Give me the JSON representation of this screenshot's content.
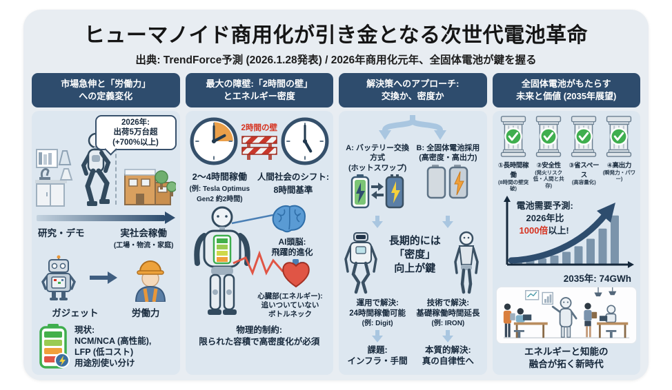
{
  "title": "ヒューマノイド商用化が引き金となる次世代電池革命",
  "subtitle": "出典: TrendForce予測 (2026.1.28発表) / 2026年商用化元年、全固体電池が鍵を握る",
  "colors": {
    "header_navy": "#2e4c6d",
    "accent_red": "#d6321f",
    "battery_green": "#3fae4e",
    "arrow_blue": "#a9c6e0",
    "bar_slate": "#7b94ab"
  },
  "col1": {
    "header": [
      "市場急伸と「労働力」",
      "への定義変化"
    ],
    "bubble": [
      "2026年:",
      "出荷5万台超",
      "(+700%以上)"
    ],
    "stage_left": "研究・デモ",
    "stage_right": "実社会稼働",
    "stage_right_sub": "(工場・物流・家庭)",
    "gadget_label": "ガジェット",
    "labor_label": "労働力",
    "status": [
      "現状:",
      "NCM/NCA (高性能),",
      "LFP (低コスト)",
      "用途別使い分け"
    ]
  },
  "col2": {
    "header": [
      "最大の障壁:「2時間の壁」",
      "とエネルギー密度"
    ],
    "wall_label": "2時間の壁",
    "clock_left_title": "2〜4時間稼働",
    "clock_left_sub": [
      "(例: Tesla Optimus",
      "Gen2 約2時間)"
    ],
    "clock_right": [
      "人間社会のシフト:",
      "8時間基準"
    ],
    "brain": [
      "AI頭脳:",
      "飛躍的進化"
    ],
    "heart": [
      "心臓部(エネルギー):",
      "追いついていない",
      "ボトルネック"
    ],
    "constraint": [
      "物理的制約:",
      "限られた容積で高密度化が必須"
    ]
  },
  "col3": {
    "header": [
      "解決策へのアプローチ:",
      "交換か、密度か"
    ],
    "optionA": [
      "A: バッテリー交換方式",
      "(ホットスワップ)"
    ],
    "optionB": [
      "B: 全固体電池採用",
      "(高密度・高出力)"
    ],
    "center": [
      "長期的には",
      "「密度」",
      "向上が鍵"
    ],
    "solutionA": [
      "運用で解決:",
      "24時間稼働可能",
      "(例: Digit)"
    ],
    "solutionB": [
      "技術で解決:",
      "基礎稼働時間延長",
      "(例: IRON)"
    ],
    "finalA": [
      "課題:",
      "インフラ・手間"
    ],
    "finalB": [
      "本質的解決:",
      "真の自律性へ"
    ]
  },
  "col4": {
    "header": [
      "全固体電池がもたらす",
      "未来と価値 (2035年展望)"
    ],
    "pillars": [
      {
        "title": "①長時間稼働",
        "sub": "(8時間の壁突破)"
      },
      {
        "title": "②安全性",
        "sub": "(発火リスク低・人間と共存)"
      },
      {
        "title": "③省スペース",
        "sub": "(高容量化)"
      },
      {
        "title": "④高出力",
        "sub": "(瞬発力・パワー)"
      }
    ],
    "forecast": [
      "電池需要予測:",
      "2026年比"
    ],
    "forecast_highlight": "1000倍",
    "forecast_tail": "以上!",
    "axis_label": "2035年: 74GWh",
    "caption": [
      "エネルギーと知能の",
      "融合が拓く新時代"
    ]
  },
  "chart_data": {
    "type": "bar",
    "title": "電池需要予測: 2026年比1000倍以上",
    "x_range": [
      "2026",
      "2035"
    ],
    "values_relative": [
      2,
      4,
      6,
      9,
      13,
      19,
      27,
      38,
      52
    ],
    "annotation": "2035年: 74GWh",
    "note": "bar heights are relative estimates read from pixels; only the 2035 value (74GWh) is labeled"
  }
}
